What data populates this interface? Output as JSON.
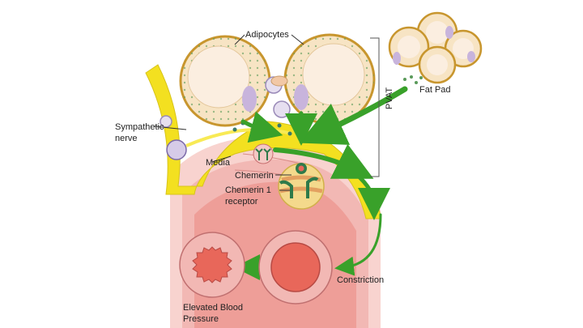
{
  "labels": {
    "adipocytes": "Adipocytes",
    "fat_pad": "Fat Pad",
    "sympathetic_nerve_1": "Sympathetic",
    "sympathetic_nerve_2": "nerve",
    "pvat": "PVAT",
    "media": "Media",
    "chemerin": "Chemerin",
    "chemerin_receptor_1": "Chemerin 1",
    "chemerin_receptor_2": "receptor",
    "constriction": "Constriction",
    "elevated_bp_1": "Elevated Blood",
    "elevated_bp_2": "Pressure"
  },
  "colors": {
    "nerve": "#f3e020",
    "adipocyte_fill": "#f7e4c4",
    "adipocyte_rim": "#c8962e",
    "nucleus": "#c8b4dc",
    "dots": "#5a9a5a",
    "arrow": "#39a12a",
    "vessel_outer": "#f2b8b4",
    "vessel_inner": "#e8675a",
    "receptor": "#2f7a4a",
    "label": "#222222"
  }
}
